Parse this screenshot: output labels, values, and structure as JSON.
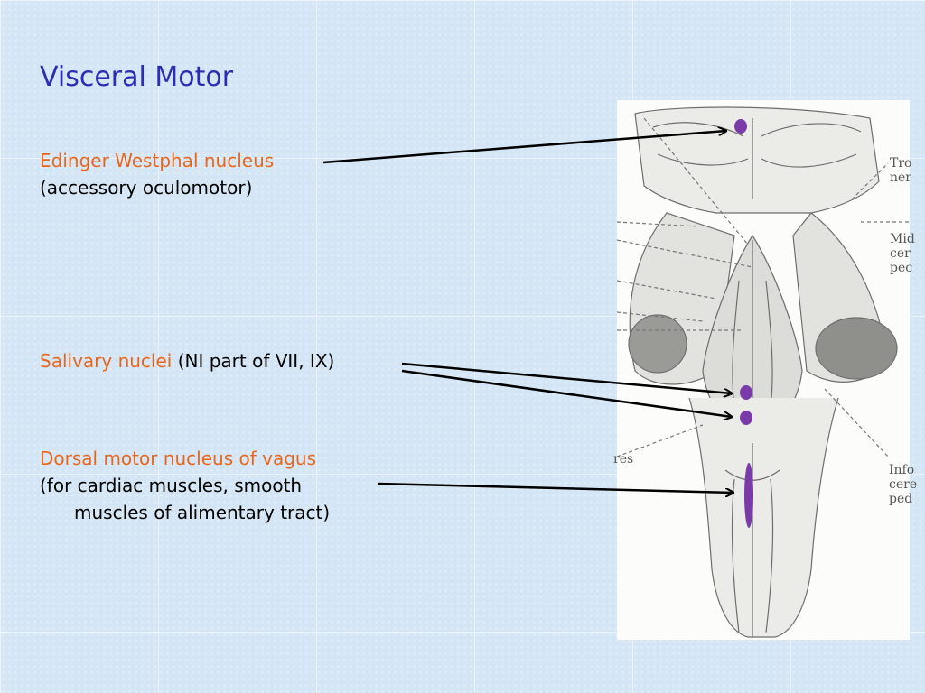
{
  "slide": {
    "title": "Visceral Motor",
    "items": [
      {
        "name": "Edinger Westphal nucleus",
        "detail": "(accessory oculomotor)"
      },
      {
        "name": "Salivary nuclei",
        "detail": " (NI part of VII, IX)"
      },
      {
        "name": "Dorsal motor nucleus of vagus",
        "detail_line1": "(for cardiac muscles, smooth",
        "detail_line2": "muscles of alimentary tract)"
      }
    ]
  },
  "figure": {
    "labels": {
      "trochlear": [
        "Tro",
        "ner"
      ],
      "middle_peduncle": [
        "Mid",
        "cer",
        "pec"
      ],
      "inferior_peduncle": [
        "Info",
        "cere",
        "ped"
      ],
      "left_fragment": "res"
    }
  },
  "colors": {
    "title": "#2d2db4",
    "highlight": "#e8661c",
    "marker": "#7a3aa8"
  }
}
